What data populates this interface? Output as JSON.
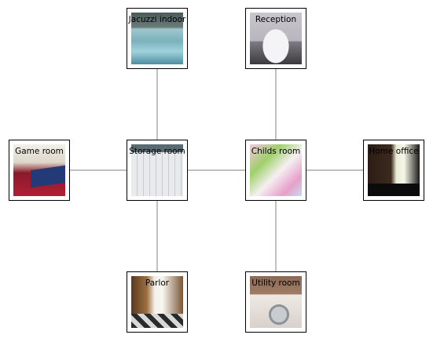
{
  "diagram": {
    "nodes": [
      {
        "id": "jacuzzi",
        "label": "Jacuzzi indoor",
        "photo": "jacuzzi-photo"
      },
      {
        "id": "reception",
        "label": "Reception",
        "photo": "reception-photo"
      },
      {
        "id": "game",
        "label": "Game room",
        "photo": "game-room-photo"
      },
      {
        "id": "storage",
        "label": "Storage room",
        "photo": "storage-room-photo"
      },
      {
        "id": "childs",
        "label": "Childs room",
        "photo": "childs-room-photo"
      },
      {
        "id": "office",
        "label": "Home office",
        "photo": "home-office-photo"
      },
      {
        "id": "parlor",
        "label": "Parlor",
        "photo": "parlor-photo"
      },
      {
        "id": "utility",
        "label": "Utility room",
        "photo": "utility-room-photo"
      }
    ],
    "edges": [
      [
        "jacuzzi",
        "storage"
      ],
      [
        "reception",
        "childs"
      ],
      [
        "game",
        "storage"
      ],
      [
        "storage",
        "childs"
      ],
      [
        "childs",
        "office"
      ],
      [
        "storage",
        "parlor"
      ],
      [
        "childs",
        "utility"
      ]
    ],
    "colors": {
      "edge": "#808080",
      "node_border": "#000000",
      "background": "#ffffff"
    }
  }
}
